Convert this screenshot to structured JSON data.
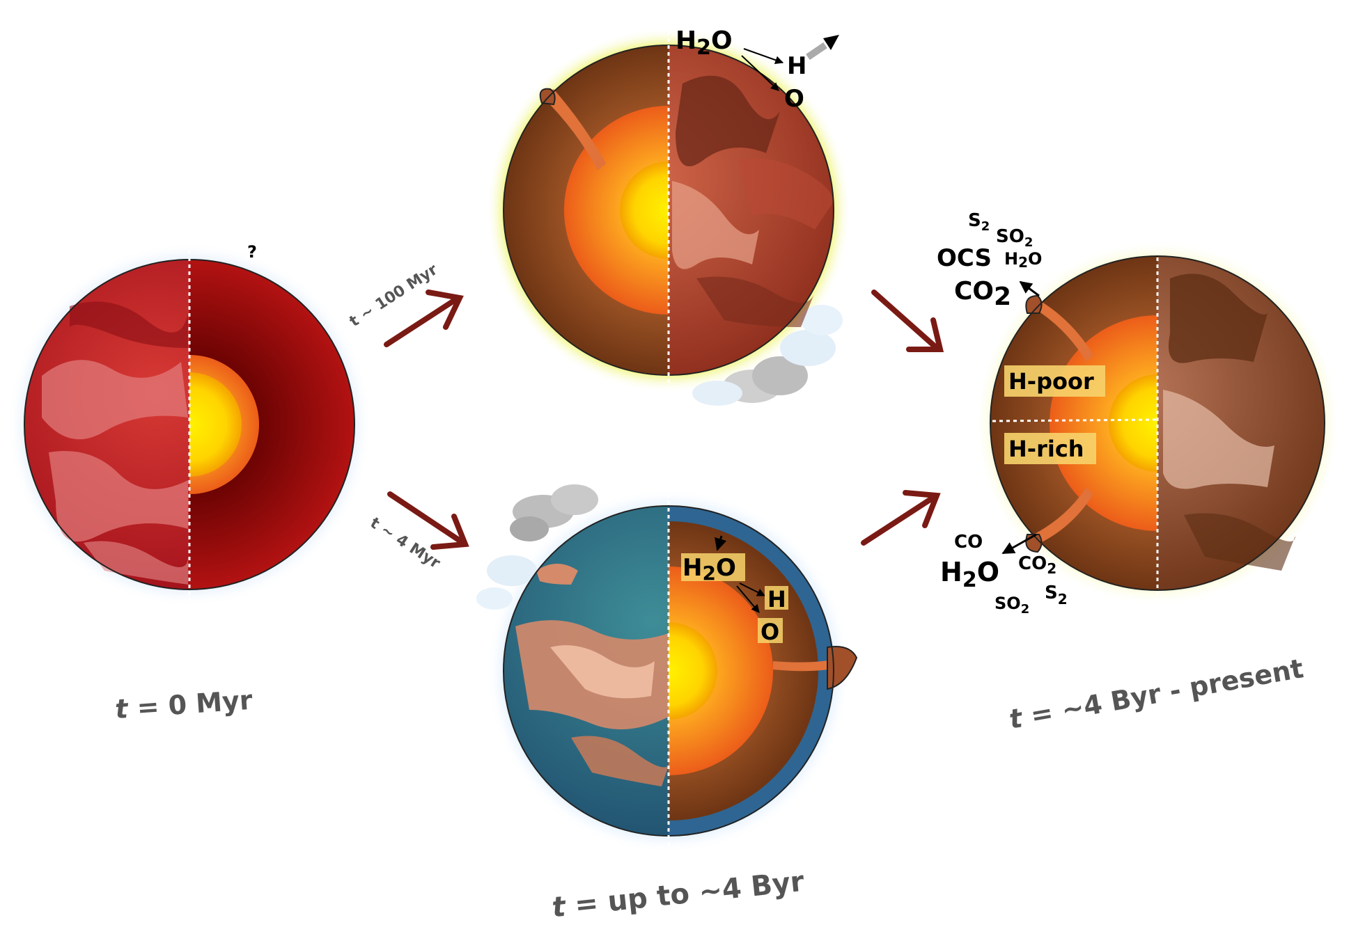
{
  "colors": {
    "arrow": "#7a1a14",
    "label_text": "#555555",
    "planet_red": "#c0181c",
    "mantle_dark_red": "#8a0a0a",
    "mantle_brown": "#8b4a22",
    "ocean_blue": "#2f6f96",
    "core_yellow": "#ffe600",
    "outer_core_orange": "#f07a1e",
    "glow_yellow": "#e8f03a",
    "glow_blue": "#7ab8ff",
    "highlight_box": "#f7d36b"
  },
  "icons": [
    "cloud-icon",
    "arrow-icon",
    "question-mark"
  ],
  "stage1": {
    "time_label_var": "t",
    "time_label_rest": " = 0 Myr",
    "question_mark": "?"
  },
  "transitions": {
    "upper": "t ~ 100 Myr",
    "lower": "t ~ 4 Myr"
  },
  "stage2_top": {
    "h2o": "H",
    "h2o_sub": "2",
    "h2o_end": "O",
    "h": "H",
    "o": "O"
  },
  "stage2_bottom": {
    "time_label_var": "t",
    "time_label_rest": " = up to ~4 Byr",
    "h2o": "H",
    "h2o_sub": "2",
    "h2o_end": "O",
    "h": "H",
    "o": "O"
  },
  "stage3": {
    "time_label_var": "t",
    "time_label_rest": " = ~4 Byr - present",
    "h_poor": "H-poor",
    "h_rich": "H-rich",
    "gases_top": {
      "s2": "S",
      "s2_sub": "2",
      "so2": "SO",
      "so2_sub": "2",
      "ocs": "OCS",
      "h2o": "H",
      "h2o_sub": "2",
      "h2o_end": "O",
      "co2": "CO",
      "co2_sub": "2"
    },
    "gases_bottom": {
      "co": "CO",
      "h2o": "H",
      "h2o_sub": "2",
      "h2o_end": "O",
      "co2": "CO",
      "co2_sub": "2",
      "so2": "SO",
      "so2_sub": "2",
      "s2": "S",
      "s2_sub": "2"
    }
  }
}
